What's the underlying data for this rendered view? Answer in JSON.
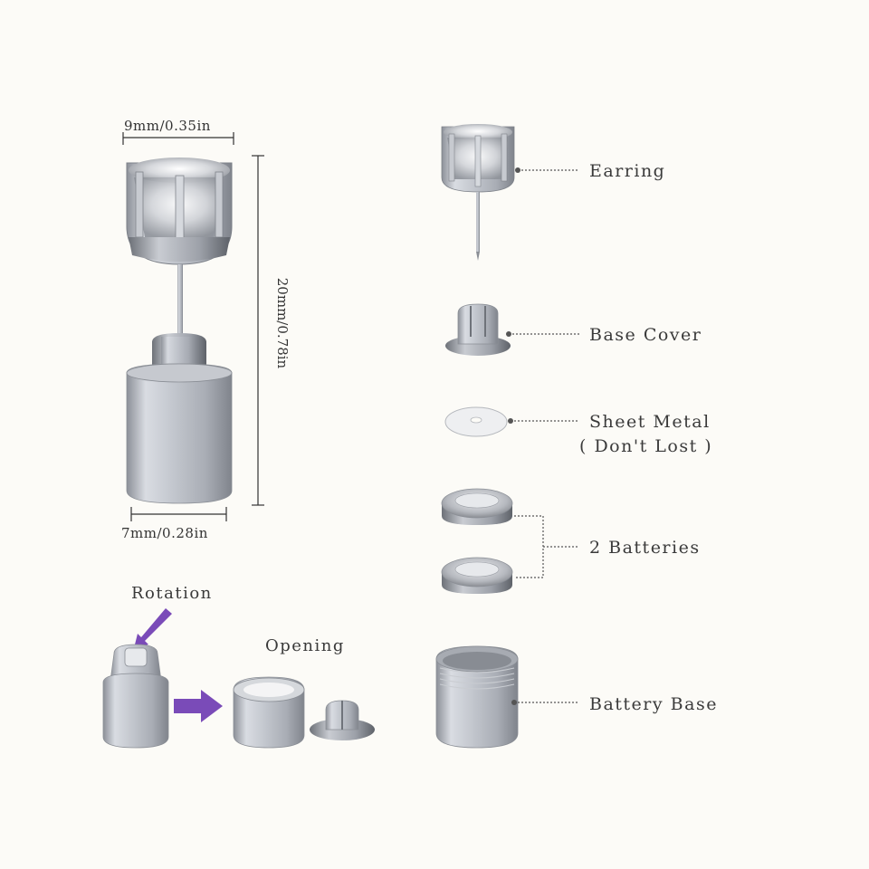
{
  "dimensions": {
    "top_width": "9mm/0.35in",
    "height": "20mm/0.78in",
    "bottom_width": "7mm/0.28in"
  },
  "parts": {
    "earring": "Earring",
    "base_cover": "Base Cover",
    "sheet_metal": "Sheet Metal",
    "sheet_metal_note": "( Don't Lost )",
    "batteries": "2 Batteries",
    "battery_base": "Battery Base"
  },
  "steps": {
    "rotation": "Rotation",
    "opening": "Opening"
  },
  "colors": {
    "background": "#fcfbf7",
    "metal": "#b9bcc3",
    "arrow": "#7a4bb8"
  }
}
